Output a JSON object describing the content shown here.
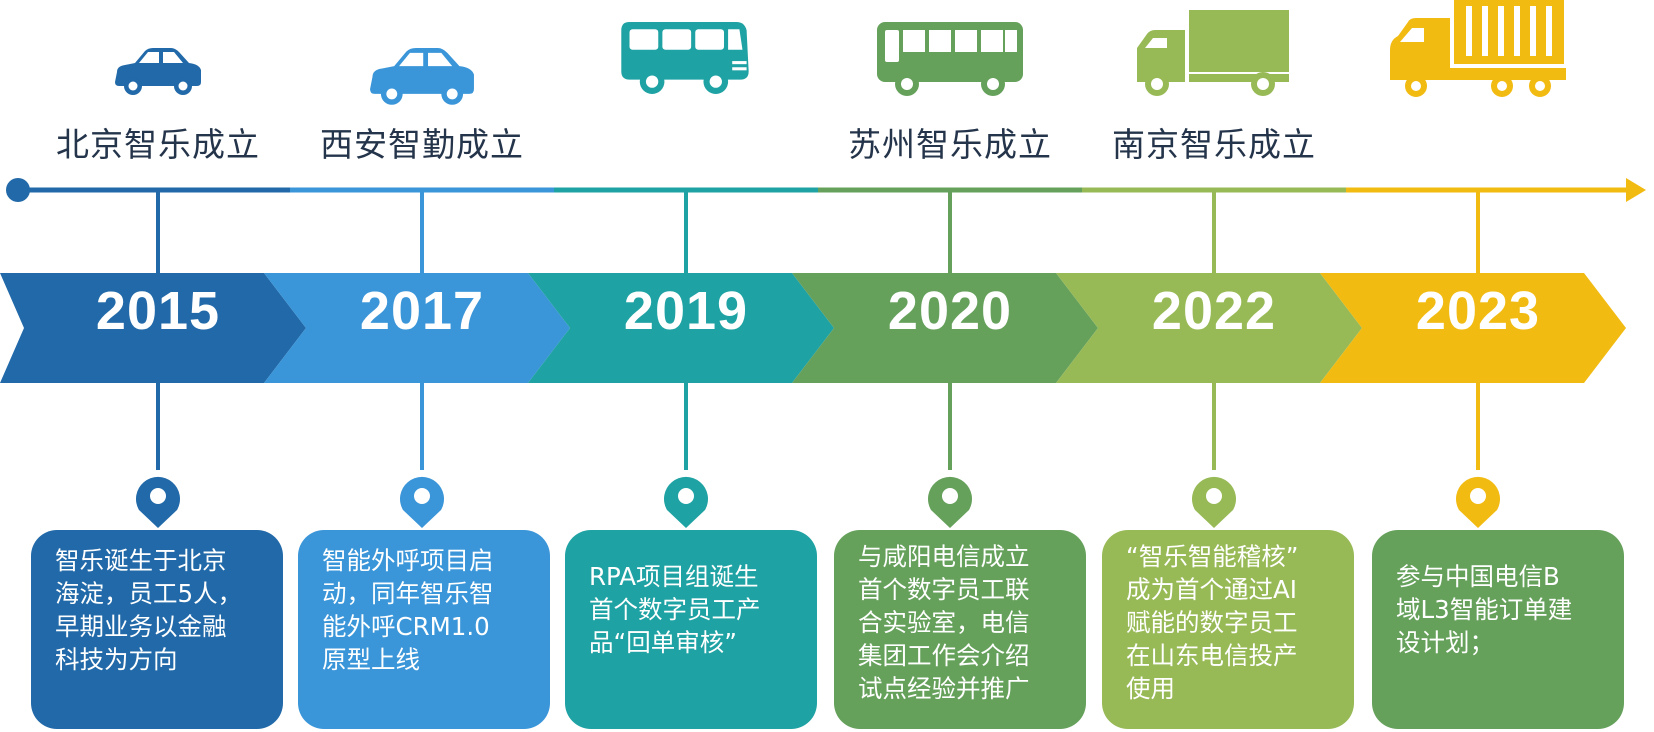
{
  "colors": [
    "#2169a8",
    "#3a96d9",
    "#1fa2a3",
    "#66a15c",
    "#98ba56",
    "#f2bb12"
  ],
  "title_color": "#24344a",
  "milestones": [
    {
      "year": "2015",
      "title": "北京智乐成立",
      "icon": "car-icon",
      "color": "#2169a8",
      "lines": [
        "智乐诞生于北京",
        "海淀，员工5人，",
        "早期业务以金融",
        "科技为方向"
      ]
    },
    {
      "year": "2017",
      "title": "西安智勤成立",
      "icon": "car-icon",
      "color": "#3a96d9",
      "lines": [
        "智能外呼项目启",
        "动，同年智乐智",
        "能外呼CRM1.0",
        "原型上线"
      ]
    },
    {
      "year": "2019",
      "title": "",
      "icon": "van-icon",
      "color": "#1fa2a3",
      "lines": [
        "RPA项目组诞生",
        "首个数字员工产",
        "品“回单审核”"
      ]
    },
    {
      "year": "2020",
      "title": "苏州智乐成立",
      "icon": "bus-icon",
      "color": "#66a15c",
      "lines": [
        "与咸阳电信成立",
        "首个数字员工联",
        "合实验室，电信",
        "集团工作会介绍",
        "试点经验并推广"
      ]
    },
    {
      "year": "2022",
      "title": "南京智乐成立",
      "icon": "truck-icon",
      "color": "#98ba56",
      "lines": [
        "“智乐智能稽核”",
        "成为首个通过AI",
        "赋能的数字员工",
        "在山东电信投产",
        "使用"
      ]
    },
    {
      "year": "2023",
      "title": "",
      "icon": "container-truck-icon",
      "color": "#f2bb12",
      "lines": [
        "参与中国电信B",
        "域L3智能订单建",
        "设计划；"
      ]
    }
  ]
}
